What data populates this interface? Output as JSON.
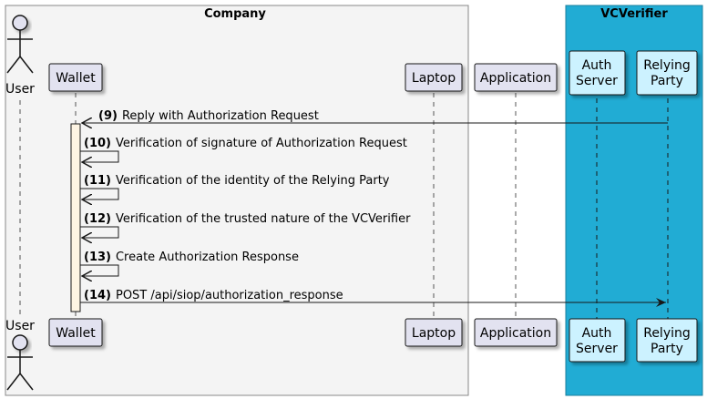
{
  "boxes": [
    {
      "id": "company",
      "title": "Company",
      "fill": "#f4f4f4",
      "stroke": "#888888"
    },
    {
      "id": "vcverifier",
      "title": "VCVerifier",
      "fill": "#21acd4",
      "stroke": "#1a7f9e"
    }
  ],
  "participants": [
    {
      "id": "user",
      "type": "actor",
      "label_lines": [
        "User"
      ]
    },
    {
      "id": "wallet",
      "type": "participant",
      "label_lines": [
        "Wallet"
      ]
    },
    {
      "id": "laptop",
      "type": "participant",
      "label_lines": [
        "Laptop"
      ]
    },
    {
      "id": "application",
      "type": "participant",
      "label_lines": [
        "Application"
      ]
    },
    {
      "id": "authserver",
      "type": "participant",
      "label_lines": [
        "Auth",
        "Server"
      ]
    },
    {
      "id": "relyingparty",
      "type": "participant",
      "label_lines": [
        "Relying",
        "Party"
      ]
    }
  ],
  "messages": [
    {
      "num": "(9)",
      "text": "Reply with Authorization Request",
      "from": "relyingparty",
      "to": "wallet"
    },
    {
      "num": "(10)",
      "text": "Verification of signature of Authorization Request",
      "from": "wallet",
      "to": "wallet"
    },
    {
      "num": "(11)",
      "text": "Verification of the identity of the Relying Party",
      "from": "wallet",
      "to": "wallet"
    },
    {
      "num": "(12)",
      "text": "Verification of the trusted nature of the VCVerifier",
      "from": "wallet",
      "to": "wallet"
    },
    {
      "num": "(13)",
      "text": "Create Authorization Response",
      "from": "wallet",
      "to": "wallet"
    },
    {
      "num": "(14)",
      "text": "POST /api/siop/authorization_response",
      "from": "wallet",
      "to": "relyingparty"
    }
  ],
  "colors": {
    "participant_fill": "#e2e2f0",
    "participant_stroke": "#181818",
    "vc_participant_fill": "#ccf2ff",
    "activation_fill": "#fdf4e3",
    "line": "#181818",
    "lifeline": "#555555"
  }
}
